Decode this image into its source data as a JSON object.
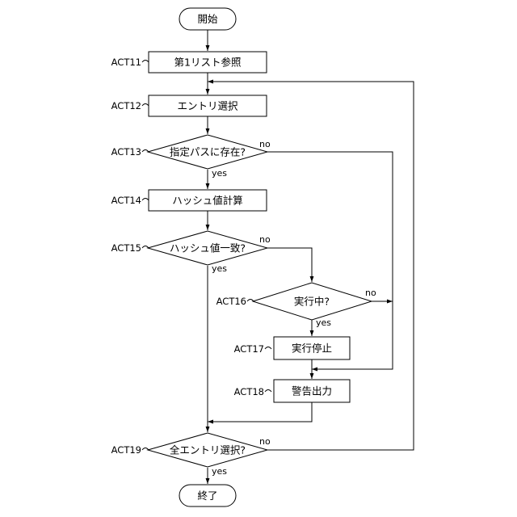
{
  "nodes": {
    "start": "開始",
    "act11": "第1リスト参照",
    "act12": "エントリ選択",
    "act13": "指定パスに存在?",
    "act14": "ハッシュ値計算",
    "act15": "ハッシュ値一致?",
    "act16": "実行中?",
    "act17": "実行停止",
    "act18": "警告出力",
    "act19": "全エントリ選択?",
    "end": "終了"
  },
  "acts": {
    "act11": "ACT11",
    "act12": "ACT12",
    "act13": "ACT13",
    "act14": "ACT14",
    "act15": "ACT15",
    "act16": "ACT16",
    "act17": "ACT17",
    "act18": "ACT18",
    "act19": "ACT19"
  },
  "branches": {
    "act13_no": "no",
    "act13_yes": "yes",
    "act15_no": "no",
    "act15_yes": "yes",
    "act16_no": "no",
    "act16_yes": "yes",
    "act19_no": "no",
    "act19_yes": "yes"
  }
}
